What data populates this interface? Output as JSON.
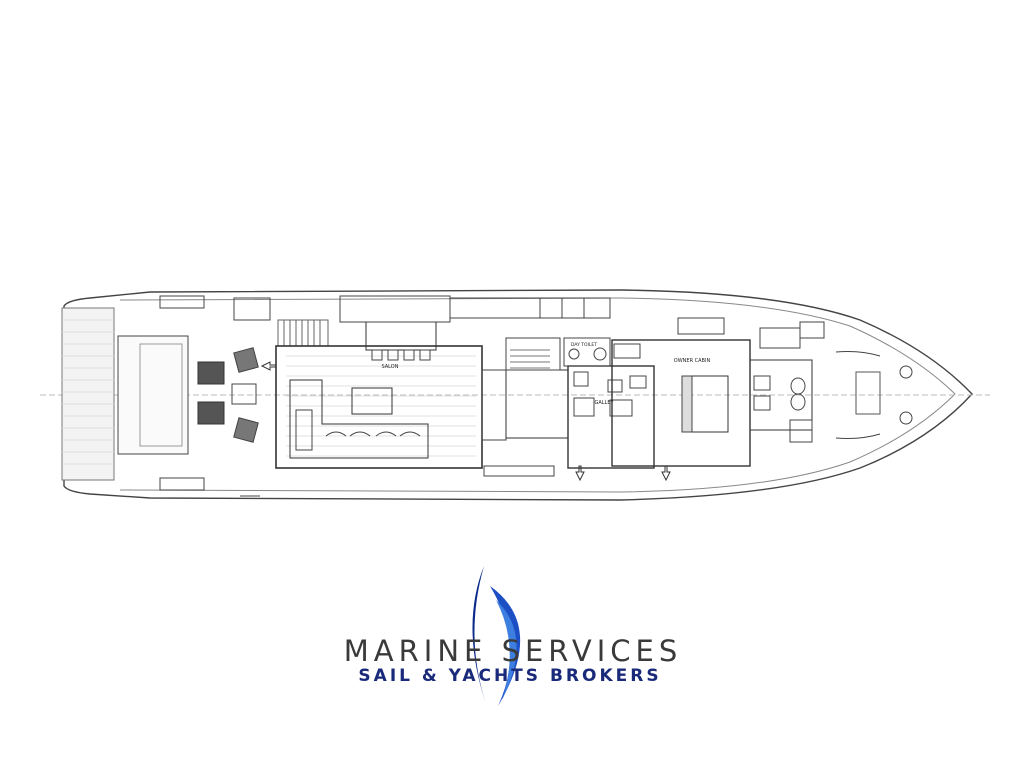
{
  "plan": {
    "rooms": {
      "salon": "SALON",
      "galley": "GALLEY",
      "owner_cabin": "OWNER CABIN",
      "day_toilet": "DAY TOILET"
    }
  },
  "brand": {
    "name": "MARINE SERVICES",
    "tagline": "SAIL & YACHTS BROKERS",
    "colors": {
      "sail_dark": "#0d2b8a",
      "sail_light": "#3d7fe0",
      "text_main": "#3a3a3a",
      "text_sub": "#1a2a7a"
    }
  }
}
